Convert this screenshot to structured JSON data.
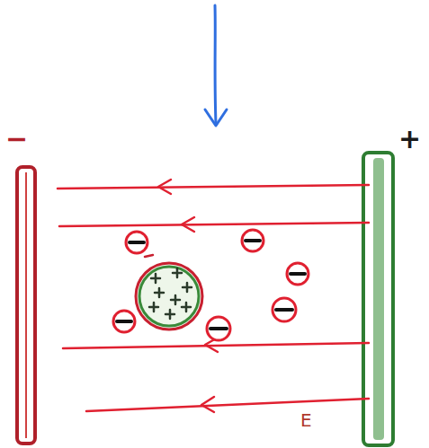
{
  "diagram": {
    "labels": [
      "−",
      "+",
      "E"
    ]
  }
}
